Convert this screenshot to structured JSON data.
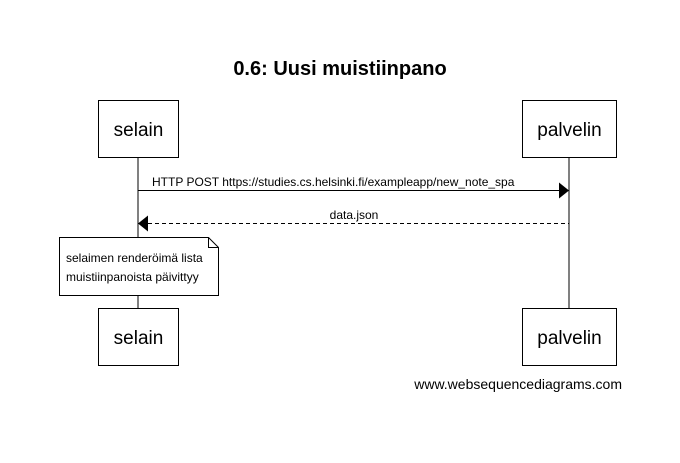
{
  "diagram": {
    "title": "0.6: Uusi muistiinpano",
    "participants": [
      {
        "id": "selain",
        "label": "selain"
      },
      {
        "id": "palvelin",
        "label": "palvelin"
      }
    ],
    "messages": [
      {
        "from": "selain",
        "to": "palvelin",
        "style": "solid",
        "label": "HTTP POST  https://studies.cs.helsinki.fi/exampleapp/new_note_spa"
      },
      {
        "from": "palvelin",
        "to": "selain",
        "style": "dashed",
        "label": "data.json"
      }
    ],
    "note": {
      "over": "selain",
      "lines": [
        "selaimen renderöimä lista",
        "muistiinpanoista päivittyy"
      ]
    },
    "watermark": "www.websequencediagrams.com"
  }
}
